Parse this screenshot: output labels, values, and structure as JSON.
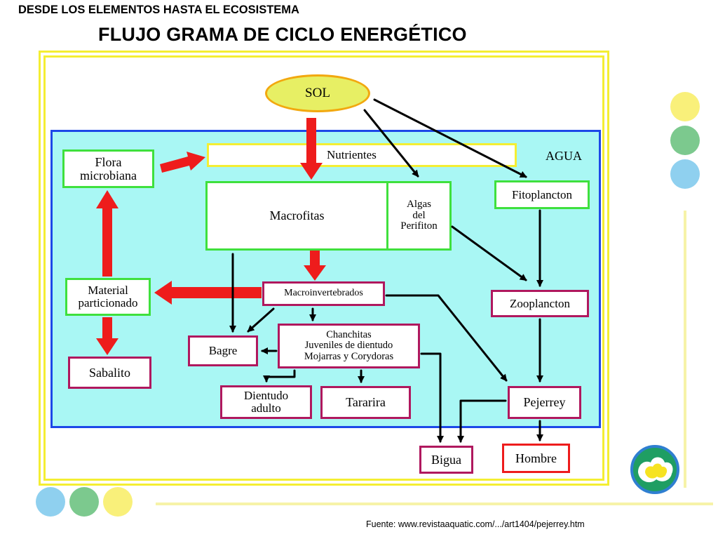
{
  "header": {
    "supertitle": "DESDE LOS ELEMENTOS HASTA EL ECOSISTEMA",
    "title": "FLUJO GRAMA DE CICLO ENERGÉTICO"
  },
  "diagram": {
    "water_label": "AGUA",
    "nodes": {
      "sol": "SOL",
      "nutrientes": "Nutrientes",
      "flora": "Flora\nmicrobiana",
      "macrofitas": "Macrofitas",
      "algas": "Algas\ndel\nPerifiton",
      "fitoplancton": "Fitoplancton",
      "material": "Material\nparticionado",
      "macroinvertebrados": "Macroinvertebrados",
      "zooplancton": "Zooplancton",
      "chanchitas": "Chanchitas\nJuveniles de dientudo\nMojarras y Corydoras",
      "bagre": "Bagre",
      "sabalito": "Sabalito",
      "dientudo": "Dientudo\nadulto",
      "tararira": "Tararira",
      "pejerrey": "Pejerrey",
      "bigua": "Bigua",
      "hombre": "Hombre"
    },
    "edges": [
      {
        "from": "sol",
        "to": "macrofitas",
        "style": "thick-red"
      },
      {
        "from": "sol",
        "to": "algas",
        "style": "thin-black"
      },
      {
        "from": "sol",
        "to": "fitoplancton",
        "style": "thin-black"
      },
      {
        "from": "flora",
        "to": "nutrientes",
        "style": "thick-red"
      },
      {
        "from": "macrofitas",
        "to": "macroinvertebrados",
        "style": "thick-red"
      },
      {
        "from": "macroinvertebrados",
        "to": "material",
        "style": "thick-red"
      },
      {
        "from": "material",
        "to": "flora",
        "style": "thick-red"
      },
      {
        "from": "material",
        "to": "sabalito",
        "style": "thick-red"
      },
      {
        "from": "algas",
        "to": "zooplancton",
        "style": "thin-black"
      },
      {
        "from": "fitoplancton",
        "to": "zooplancton",
        "style": "thin-black"
      },
      {
        "from": "zooplancton",
        "to": "pejerrey",
        "style": "thin-black"
      },
      {
        "from": "macrofitas",
        "to": "bagre",
        "style": "thin-black"
      },
      {
        "from": "macroinvertebrados",
        "to": "bagre",
        "style": "thin-black"
      },
      {
        "from": "macroinvertebrados",
        "to": "chanchitas",
        "style": "thin-black"
      },
      {
        "from": "macroinvertebrados",
        "to": "pejerrey",
        "style": "thin-black"
      },
      {
        "from": "chanchitas",
        "to": "bagre",
        "style": "thin-black"
      },
      {
        "from": "chanchitas",
        "to": "dientudo",
        "style": "thin-black"
      },
      {
        "from": "chanchitas",
        "to": "tararira",
        "style": "thin-black"
      },
      {
        "from": "chanchitas",
        "to": "bigua",
        "style": "thin-black"
      },
      {
        "from": "pejerrey",
        "to": "bigua",
        "style": "thin-black"
      },
      {
        "from": "pejerrey",
        "to": "hombre",
        "style": "thin-black"
      }
    ]
  },
  "decoration": {
    "dots_right": [
      "#f9f07a",
      "#7cc98e",
      "#8fd0ef"
    ],
    "dots_bottom": [
      "#8fd0ef",
      "#7cc98e",
      "#f9f07a"
    ]
  },
  "footer": {
    "source": "Fuente: www.revistaaquatic.com/.../art1404/pejerrey.htm"
  }
}
